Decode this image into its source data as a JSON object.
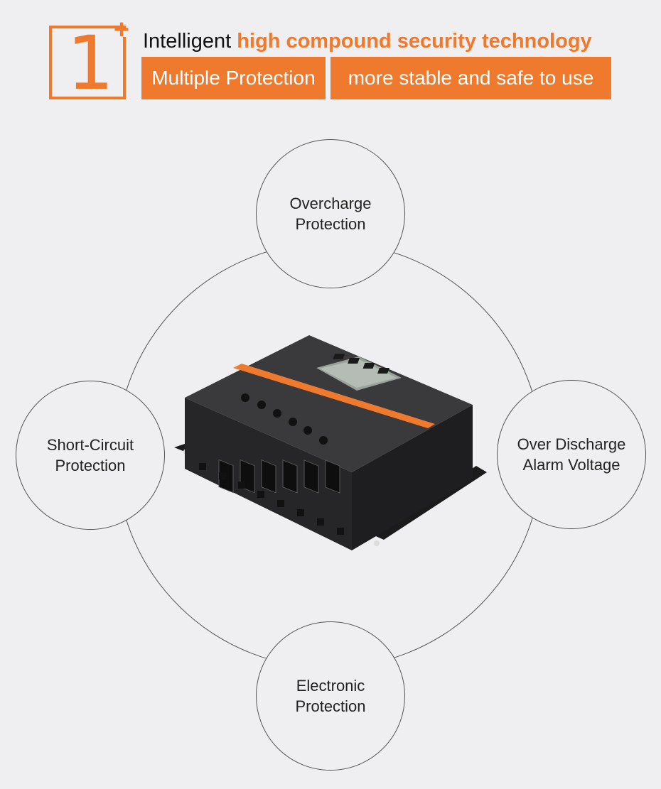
{
  "header": {
    "badge_number": "1",
    "badge_plus": "+",
    "headline_plain": "Intelligent ",
    "headline_highlight": "high compound security technology",
    "tag_1": "Multiple Protection",
    "tag_2": "more stable and safe to use"
  },
  "features": {
    "top": {
      "line1": "Overcharge",
      "line2": "Protection"
    },
    "left": {
      "line1": "Short-Circuit",
      "line2": "Protection"
    },
    "right": {
      "line1": "Over Discharge",
      "line2": "Alarm Voltage"
    },
    "bottom": {
      "line1": "Electronic",
      "line2": "Protection"
    }
  },
  "colors": {
    "accent": "#ef7a2d",
    "background": "#efeff1",
    "device_body": "#2b2a2c"
  }
}
